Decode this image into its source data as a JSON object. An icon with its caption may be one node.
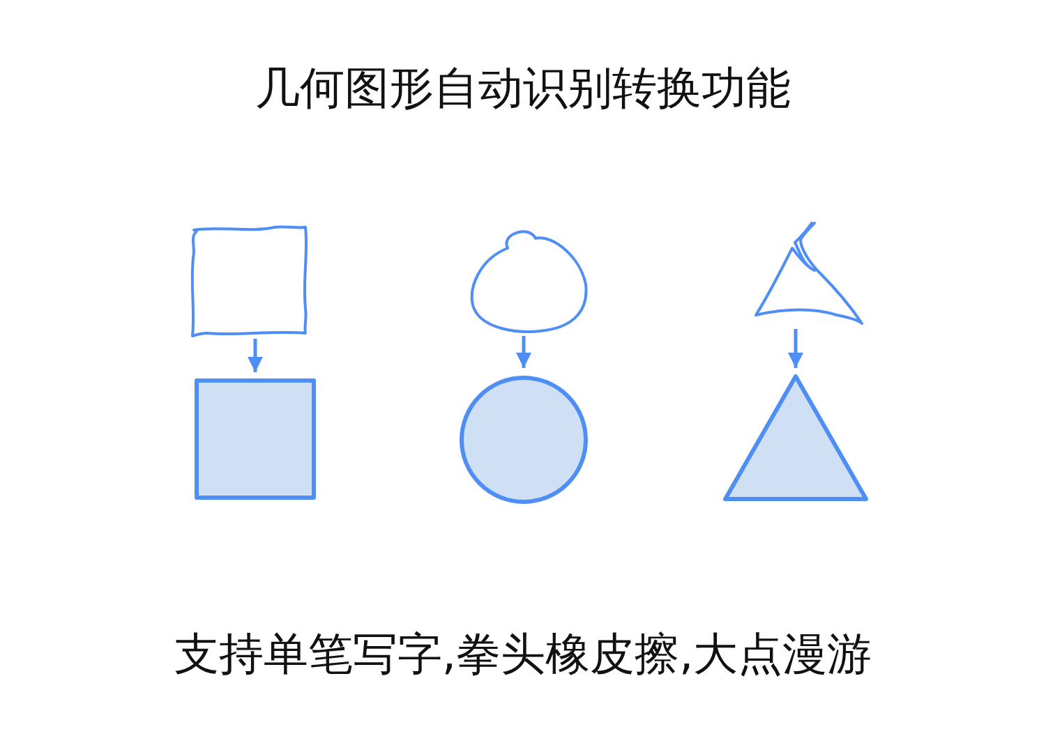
{
  "diagram": {
    "title": "几何图形自动识别转换功能",
    "nodes": [
      {
        "text": [],
        "shape": "box"
      },
      {
        "text": [],
        "shape": "circle"
      },
      {
        "text": [],
        "shape": "triangle"
      },
      {
        "text": [],
        "shape": "box"
      },
      {
        "text": [],
        "shape": "circle"
      },
      {
        "text": [],
        "shape": "triangle"
      }
    ],
    "edges": [
      {
        "from": 0,
        "to": 3,
        "arrow": "to"
      },
      {
        "from": 1,
        "to": 4,
        "arrow": "to"
      },
      {
        "from": 2,
        "to": 5,
        "arrow": "to"
      }
    ],
    "caption": "支持单笔写字,拳头橡皮擦,大点漫游"
  }
}
